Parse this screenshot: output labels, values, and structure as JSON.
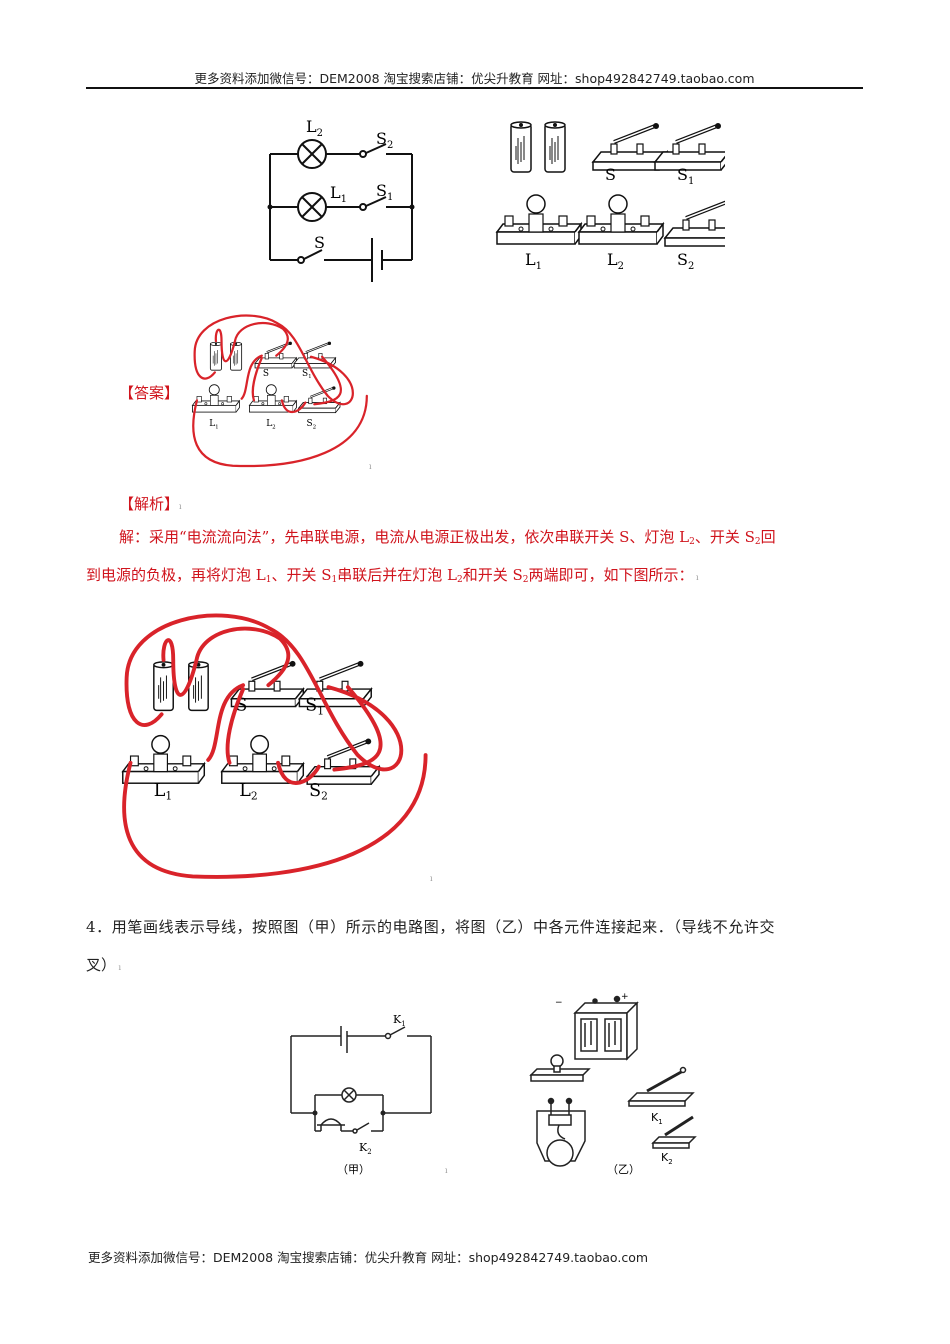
{
  "header": {
    "text": "更多资料添加微信号：DEM2008  淘宝搜索店铺：优尖升教育  网址：shop492842749.taobao.com"
  },
  "figure1": {
    "schematic_labels": {
      "L2": "L",
      "L2_sub": "2",
      "S2": "S",
      "S2_sub": "2",
      "L1": "L",
      "L1_sub": "1",
      "S1": "S",
      "S1_sub": "1",
      "S": "S"
    },
    "components_labels": [
      "S",
      "S1",
      "L1",
      "L2",
      "S2"
    ]
  },
  "answer": {
    "label": "【答案】",
    "components_labels": [
      "S",
      "S1",
      "L1",
      "L2",
      "S2"
    ],
    "wire_color": "#d9232a"
  },
  "analysis": {
    "label": "【解析】",
    "line1_a": "解：采用“电流流向法”，先串联电源，电流从电源正极出发，依次串联开关 S、灯泡 L",
    "line1_b": "、开关 S",
    "line1_c": "回",
    "line2_a": "到电源的负极，再将灯泡 L",
    "line2_b": "、开关 S",
    "line2_c": "串联后并在灯泡 L",
    "line2_d": "和开关 S",
    "line2_e": "两端即可，如下图所示：",
    "sub1": "2",
    "sub2": "2",
    "sub3": "1",
    "sub4": "1",
    "sub5": "2",
    "sub6": "2",
    "text_color": "#d0141d"
  },
  "question4": {
    "line1": "4．用笔画线表示导线，按照图（甲）所示的电路图，将图（乙）中各元件连接起来．（导线不允许交",
    "line2": "叉）",
    "fig_jia_caption": "（甲）",
    "fig_yi_caption": "（乙）",
    "K1": "K",
    "K1_sub": "1",
    "K2": "K",
    "K2_sub": "2"
  },
  "footer": {
    "text": "更多资料添加微信号：DEM2008  淘宝搜索店铺：优尖升教育  网址：shop492842749.taobao.com"
  }
}
